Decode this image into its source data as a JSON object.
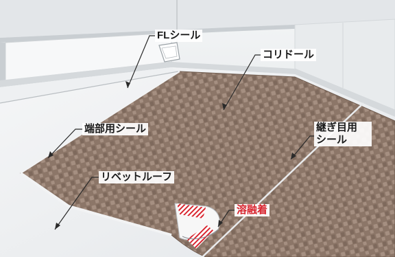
{
  "labels": {
    "fl_seal": "FLシール",
    "corridor": "コリドール",
    "edge_seal": "端部用シール",
    "joint_seal_line1": "継ぎ目用",
    "joint_seal_line2": "シール",
    "rivet_roof": "リベットルーフ",
    "fusion": "溶融着"
  },
  "colors": {
    "mat": "#8c7668",
    "mat_check": "#a58f81",
    "wall": "#eceef0",
    "floor": "#f3f4f5",
    "accent_red": "#d8252f",
    "leader": "#2a2a2a"
  }
}
